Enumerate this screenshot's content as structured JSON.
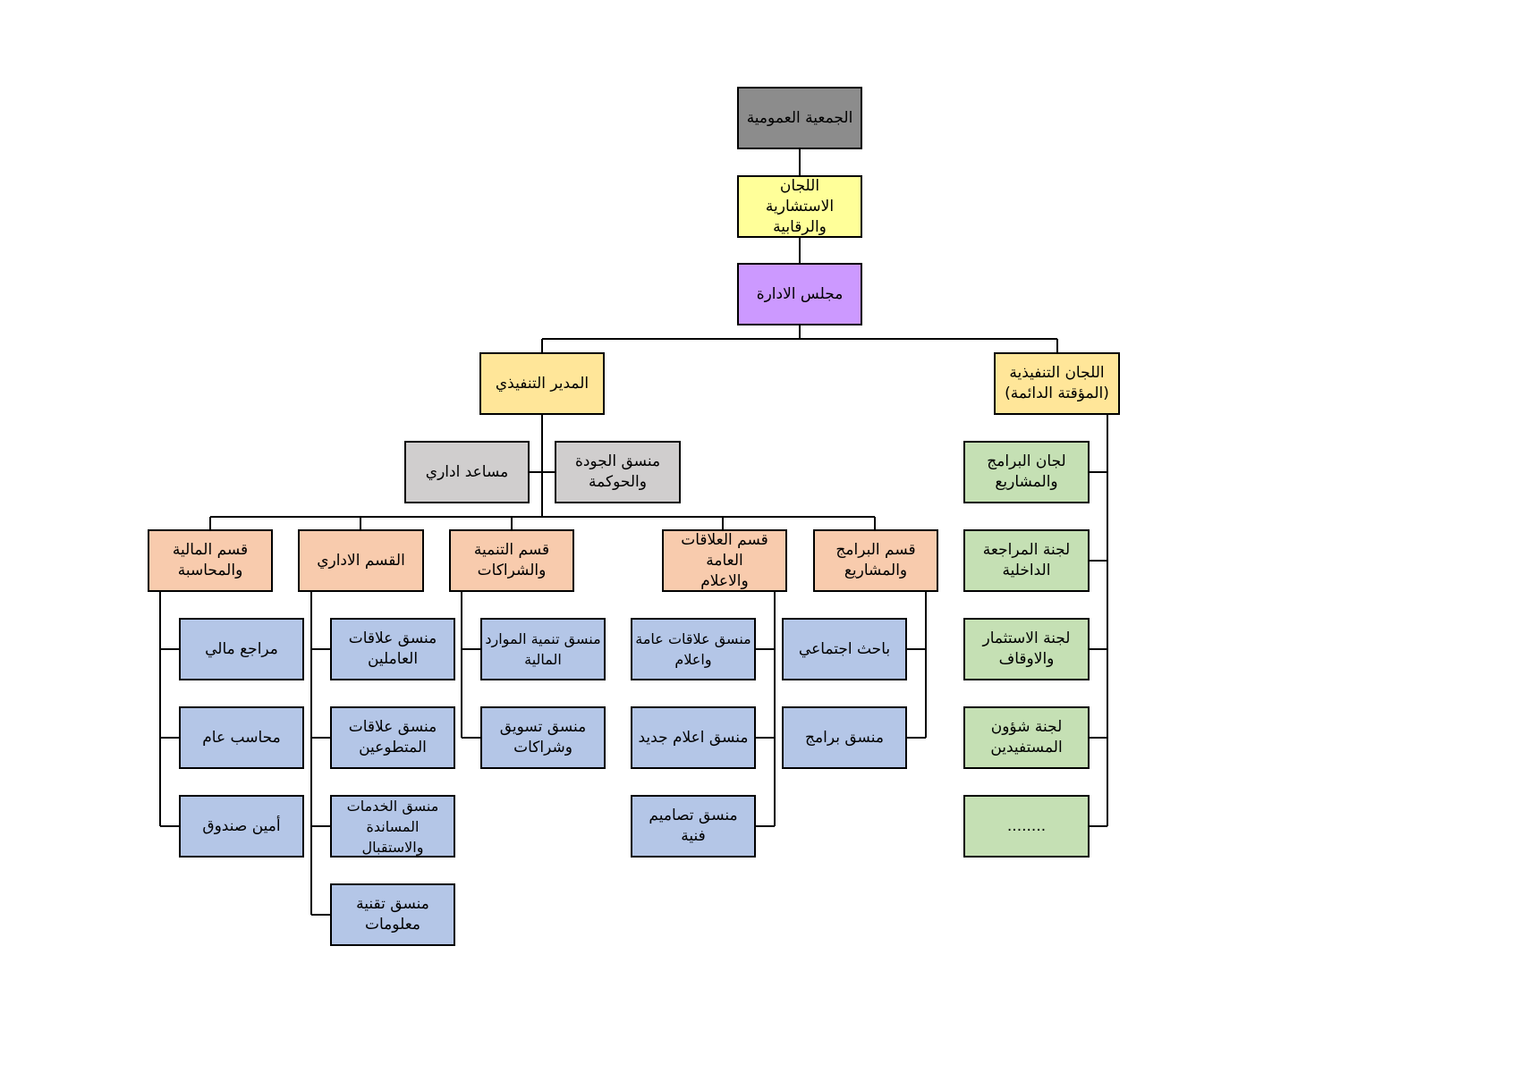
{
  "colors": {
    "general_assembly": "#8c8c8c",
    "committees_yellow": "#ffff99",
    "board": "#cc99ff",
    "executive": "#ffe699",
    "assistant": "#d0cece",
    "department": "#f8cbad",
    "staff": "#b4c6e7",
    "committee_green": "#c5e0b4",
    "line": "#000000"
  },
  "nodes": {
    "general_assembly": "الجمعية العمومية",
    "advisory_committees": "اللجان الاستشارية\nوالرقابية",
    "board": "مجلس الادارة",
    "executive_director": "المدير التنفيذي",
    "executive_committees": "اللجان التنفيذية\n(المؤقتة  الدائمة)",
    "quality_coordinator": "منسق الجودة\nوالحوكمة",
    "admin_assistant": "مساعد اداري",
    "dept_finance": "قسم المالية\nوالمحاسبة",
    "dept_admin": "القسم الاداري",
    "dept_development": "قسم التنمية\nوالشراكات",
    "dept_pr": "قسم العلاقات العامة\nوالاعلام",
    "dept_programs": "قسم البرامج\nوالمشاريع",
    "fin_auditor": "مراجع مالي",
    "fin_accountant": "محاسب عام",
    "fin_treasurer": "أمين صندوق",
    "adm_employees": "منسق علاقات\nالعاملين",
    "adm_volunteers": "منسق علاقات\nالمتطوعين",
    "adm_support": "منسق الخدمات\nالمساندة والاستقبال",
    "adm_it": "منسق تقنية\nمعلومات",
    "dev_resources": "منسق تنمية الموارد\nالمالية",
    "dev_marketing": "منسق تسويق\nوشراكات",
    "pr_coordinator": "منسق علاقات عامة\nواعلام",
    "pr_new_media": "منسق اعلام جديد",
    "pr_design": "منسق تصاميم فنية",
    "prg_researcher": "باحث اجتماعي",
    "prg_coordinator": "منسق برامج",
    "cmt_programs": "لجان البرامج\nوالمشاريع",
    "cmt_audit": "لجنة المراجعة\nالداخلية",
    "cmt_investment": "لجنة الاستثمار\nوالاوقاف",
    "cmt_beneficiaries": "لجنة شؤون\nالمستفيدين",
    "cmt_more": "........"
  }
}
